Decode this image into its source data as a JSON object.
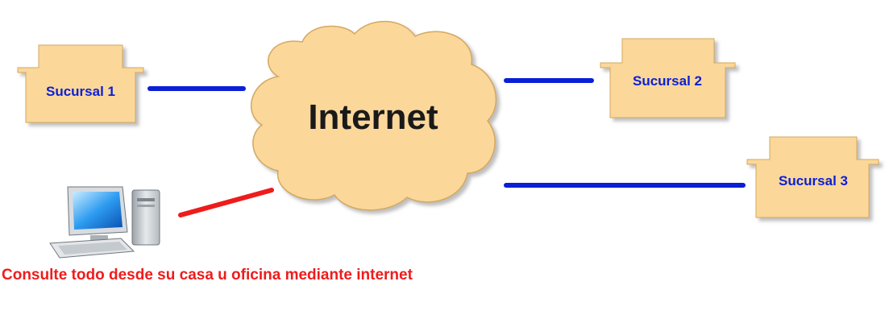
{
  "colors": {
    "house_fill": "#fbd79a",
    "cloud_fill": "#fbd79a",
    "link_line": "#0b1fd6",
    "remote_link_line": "#ee1c1c",
    "house_label": "#0b1fd6",
    "cloud_label": "#1a1a1a",
    "caption": "#ee1c1c"
  },
  "diagram": {
    "cloud_label": "Internet",
    "branches": [
      {
        "label": "Sucursal 1"
      },
      {
        "label": "Sucursal 2"
      },
      {
        "label": "Sucursal 3"
      }
    ],
    "caption": "Consulte todo desde su casa u oficina mediante internet"
  },
  "icons": {
    "computer": "desktop-computer-icon"
  }
}
